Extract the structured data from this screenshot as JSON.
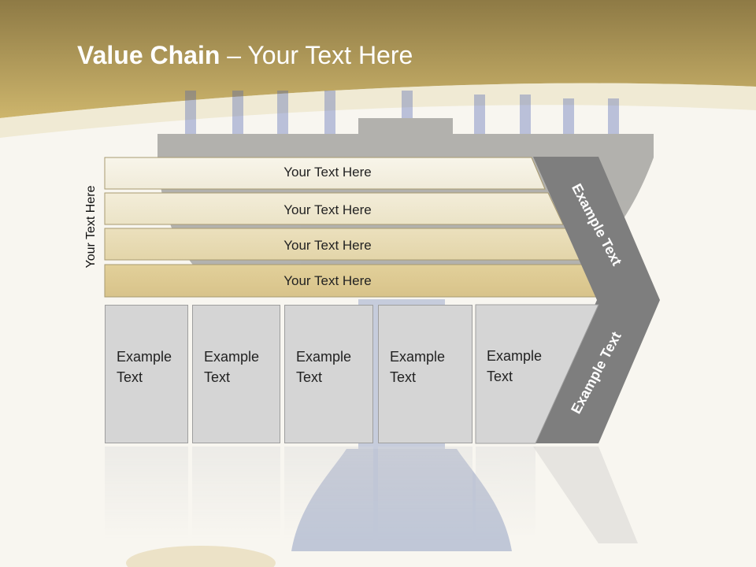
{
  "title": {
    "bold": "Value Chain",
    "rest": " – Your Text Here"
  },
  "side_label": "Your Text Here",
  "bands": [
    {
      "label": "Your Text Here"
    },
    {
      "label": "Your Text Here"
    },
    {
      "label": "Your Text Here"
    },
    {
      "label": "Your Text Here"
    }
  ],
  "boxes": [
    {
      "line1": "Example",
      "line2": "Text"
    },
    {
      "line1": "Example",
      "line2": "Text"
    },
    {
      "line1": "Example",
      "line2": "Text"
    },
    {
      "line1": "Example",
      "line2": "Text"
    },
    {
      "line1": "Example",
      "line2": "Text"
    }
  ],
  "arrow": {
    "upper": "Example Text",
    "lower": "Example Text"
  },
  "colors": {
    "header_gold": "#b89e55",
    "band_light": "#f5f1e4",
    "band_dark": "#dcc88f",
    "box_gray": "#d5d5d5",
    "arrow_gray": "#7e7e7e"
  }
}
